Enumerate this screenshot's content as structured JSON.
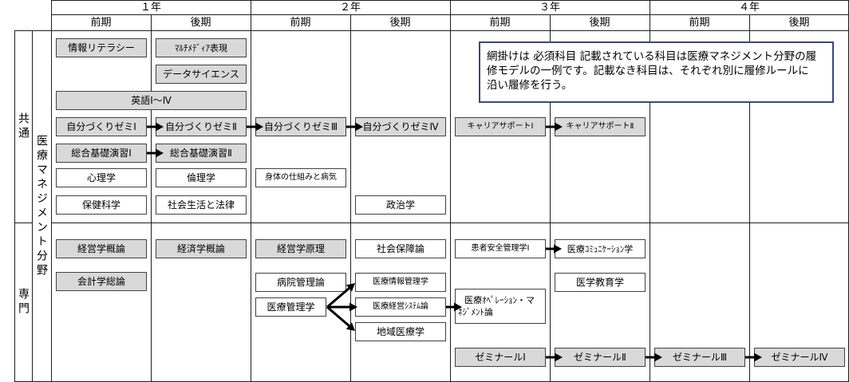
{
  "header": {
    "years": [
      "１年",
      "２年",
      "３年",
      "４年"
    ],
    "semesters": [
      "前期",
      "後期",
      "前期",
      "後期",
      "前期",
      "後期",
      "前期",
      "後期"
    ]
  },
  "side": {
    "common": "共通",
    "specialized": "専門",
    "field": "医療マネジメント分野"
  },
  "note": {
    "lines": [
      "網掛けは 必須科目 記載されている科目は医療マネジメント分野の履",
      "修モデルの一例です。記載なき科目は、それぞれ別に履修ルールに",
      "沿い履修を行う。"
    ]
  },
  "courses": {
    "info_literacy": {
      "label": "情報リテラシー",
      "required": true
    },
    "multimedia": {
      "label": "ﾏﾙﾁﾒﾃﾞｨｱ表現",
      "required": true
    },
    "data_science": {
      "label": "データサイエンス",
      "required": true
    },
    "english": {
      "label": "英語Ⅰ～Ⅳ",
      "required": true
    },
    "self_seminar_1": {
      "label": "自分づくりゼミⅠ",
      "required": true
    },
    "self_seminar_2": {
      "label": "自分づくりゼミⅡ",
      "required": true
    },
    "self_seminar_3": {
      "label": "自分づくりゼミⅢ",
      "required": true
    },
    "self_seminar_4": {
      "label": "自分づくりゼミⅣ",
      "required": true
    },
    "basic_practice_1": {
      "label": "総合基礎演習Ⅰ",
      "required": true
    },
    "basic_practice_2": {
      "label": "総合基礎演習Ⅱ",
      "required": true
    },
    "career_support_1": {
      "label": "キャリアサポートⅠ",
      "required": true
    },
    "career_support_2": {
      "label": "キャリアサポートⅡ",
      "required": true
    },
    "psychology": {
      "label": "心理学",
      "required": false
    },
    "ethics": {
      "label": "倫理学",
      "required": false
    },
    "body_disease": {
      "label": "身体の仕組みと病気",
      "required": false
    },
    "health_science": {
      "label": "保健科学",
      "required": false
    },
    "social_life_law": {
      "label": "社会生活と法律",
      "required": false
    },
    "politics": {
      "label": "政治学",
      "required": false
    },
    "business_admin_intro": {
      "label": "経営学概論",
      "required": true
    },
    "economics_intro": {
      "label": "経済学概論",
      "required": true
    },
    "business_principles": {
      "label": "経営学原理",
      "required": true
    },
    "social_security": {
      "label": "社会保障論",
      "required": false
    },
    "accounting": {
      "label": "会計学総論",
      "required": true
    },
    "hospital_management": {
      "label": "病院管理論",
      "required": false
    },
    "medical_management": {
      "label": "医療管理学",
      "required": false
    },
    "medical_info_management": {
      "label": "医療情報管理学",
      "required": false
    },
    "medical_business_systems": {
      "label": "医療経営ｼｽﾃﾑ論",
      "required": false
    },
    "community_medicine": {
      "label": "地域医療学",
      "required": false
    },
    "patient_safety_1": {
      "label": "患者安全管理学Ⅰ",
      "required": false
    },
    "medical_communication": {
      "label": "医療ｺﾐｭﾆｹｰｼｮﾝ学",
      "required": false
    },
    "medical_education": {
      "label": "医学教育学",
      "required": false
    },
    "medical_operations": {
      "lines": [
        "医療ｵﾍﾟﾚｰｼｮﾝ・マ",
        "ﾈｼﾞﾒﾝﾄ論"
      ],
      "required": false
    },
    "seminar_1": {
      "label": "ゼミナールⅠ",
      "required": true
    },
    "seminar_2": {
      "label": "ゼミナールⅡ",
      "required": true
    },
    "seminar_3": {
      "label": "ゼミナールⅢ",
      "required": true
    },
    "seminar_4": {
      "label": "ゼミナールⅣ",
      "required": true
    }
  },
  "colors": {
    "required_fill": "#d9d9d9",
    "box_border": "#404040",
    "grid": "#1e1e1e",
    "note_border": "#3b4a6b",
    "arrow": "#000000"
  }
}
